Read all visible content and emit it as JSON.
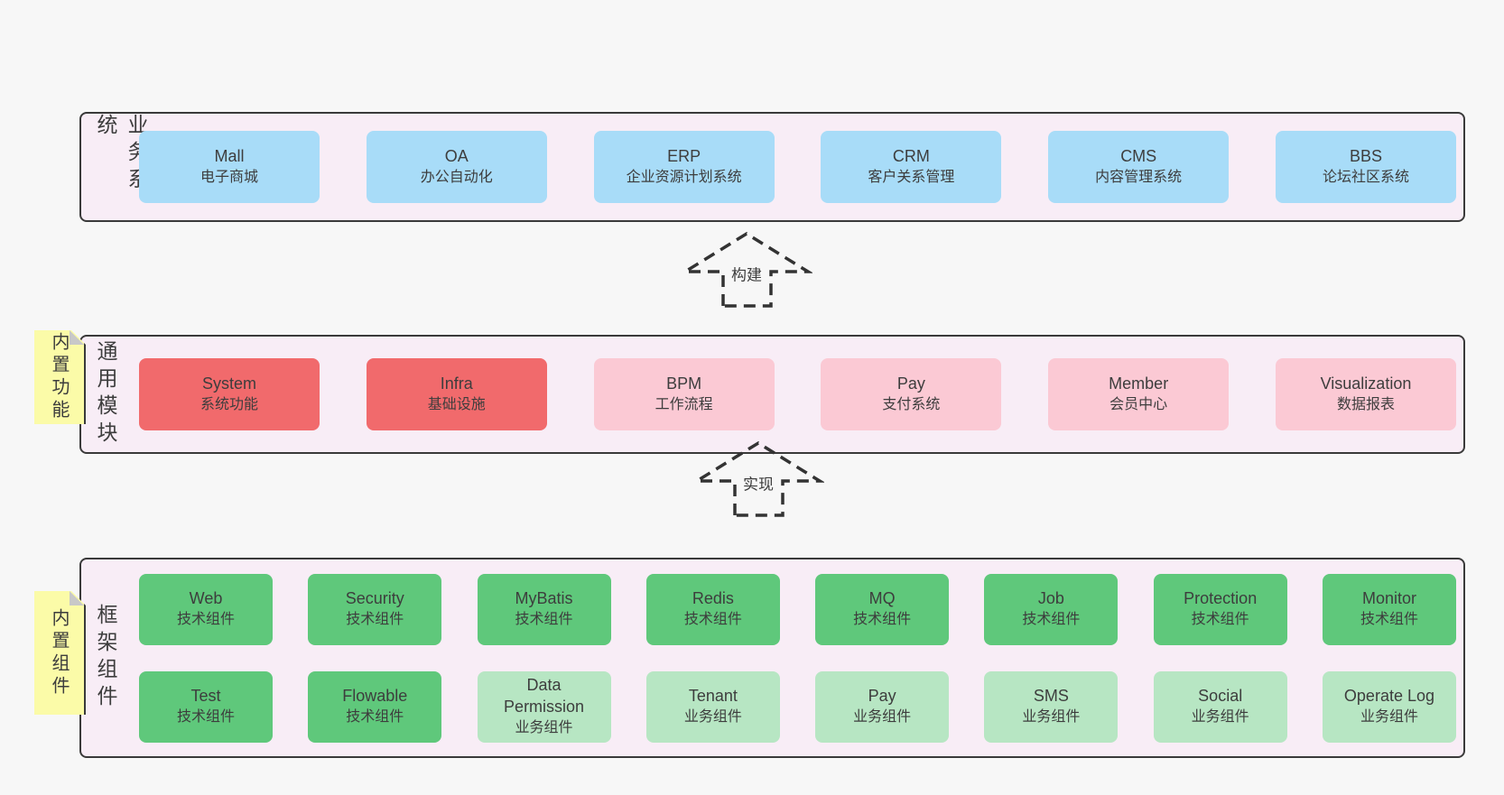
{
  "colors": {
    "page_bg": "#f7f7f7",
    "band_bg": "#f8edf6",
    "band_border": "#3a3a3a",
    "text": "#3d3d3d",
    "blue": "#a8dcf8",
    "red": "#f16a6c",
    "pink": "#fbc9d4",
    "green": "#5fc87b",
    "lightgreen": "#b7e6c3",
    "yellow": "#fbfba8",
    "fold": "#c8c8c8"
  },
  "bands": [
    {
      "label": "业务系统",
      "boxes": [
        {
          "en": "Mall",
          "zh": "电子商城"
        },
        {
          "en": "OA",
          "zh": "办公自动化"
        },
        {
          "en": "ERP",
          "zh": "企业资源计划系统"
        },
        {
          "en": "CRM",
          "zh": "客户关系管理"
        },
        {
          "en": "CMS",
          "zh": "内容管理系统"
        },
        {
          "en": "BBS",
          "zh": "论坛社区系统"
        }
      ]
    },
    {
      "label": "通用模块",
      "sticky": "内置功能",
      "boxes": [
        {
          "en": "System",
          "zh": "系统功能"
        },
        {
          "en": "Infra",
          "zh": "基础设施"
        },
        {
          "en": "BPM",
          "zh": "工作流程"
        },
        {
          "en": "Pay",
          "zh": "支付系统"
        },
        {
          "en": "Member",
          "zh": "会员中心"
        },
        {
          "en": "Visualization",
          "zh": "数据报表"
        }
      ]
    },
    {
      "label": "框架组件",
      "sticky": "内置组件",
      "rows": [
        [
          {
            "en": "Web",
            "zh": "技术组件"
          },
          {
            "en": "Security",
            "zh": "技术组件"
          },
          {
            "en": "MyBatis",
            "zh": "技术组件"
          },
          {
            "en": "Redis",
            "zh": "技术组件"
          },
          {
            "en": "MQ",
            "zh": "技术组件"
          },
          {
            "en": "Job",
            "zh": "技术组件"
          },
          {
            "en": "Protection",
            "zh": "技术组件"
          },
          {
            "en": "Monitor",
            "zh": "技术组件"
          }
        ],
        [
          {
            "en": "Test",
            "zh": "技术组件"
          },
          {
            "en": "Flowable",
            "zh": "技术组件"
          },
          {
            "en": "Data Permission",
            "zh": "业务组件"
          },
          {
            "en": "Tenant",
            "zh": "业务组件"
          },
          {
            "en": "Pay",
            "zh": "业务组件"
          },
          {
            "en": "SMS",
            "zh": "业务组件"
          },
          {
            "en": "Social",
            "zh": "业务组件"
          },
          {
            "en": "Operate Log",
            "zh": "业务组件"
          }
        ]
      ]
    }
  ],
  "arrows": [
    {
      "label": "构建"
    },
    {
      "label": "实现"
    }
  ]
}
